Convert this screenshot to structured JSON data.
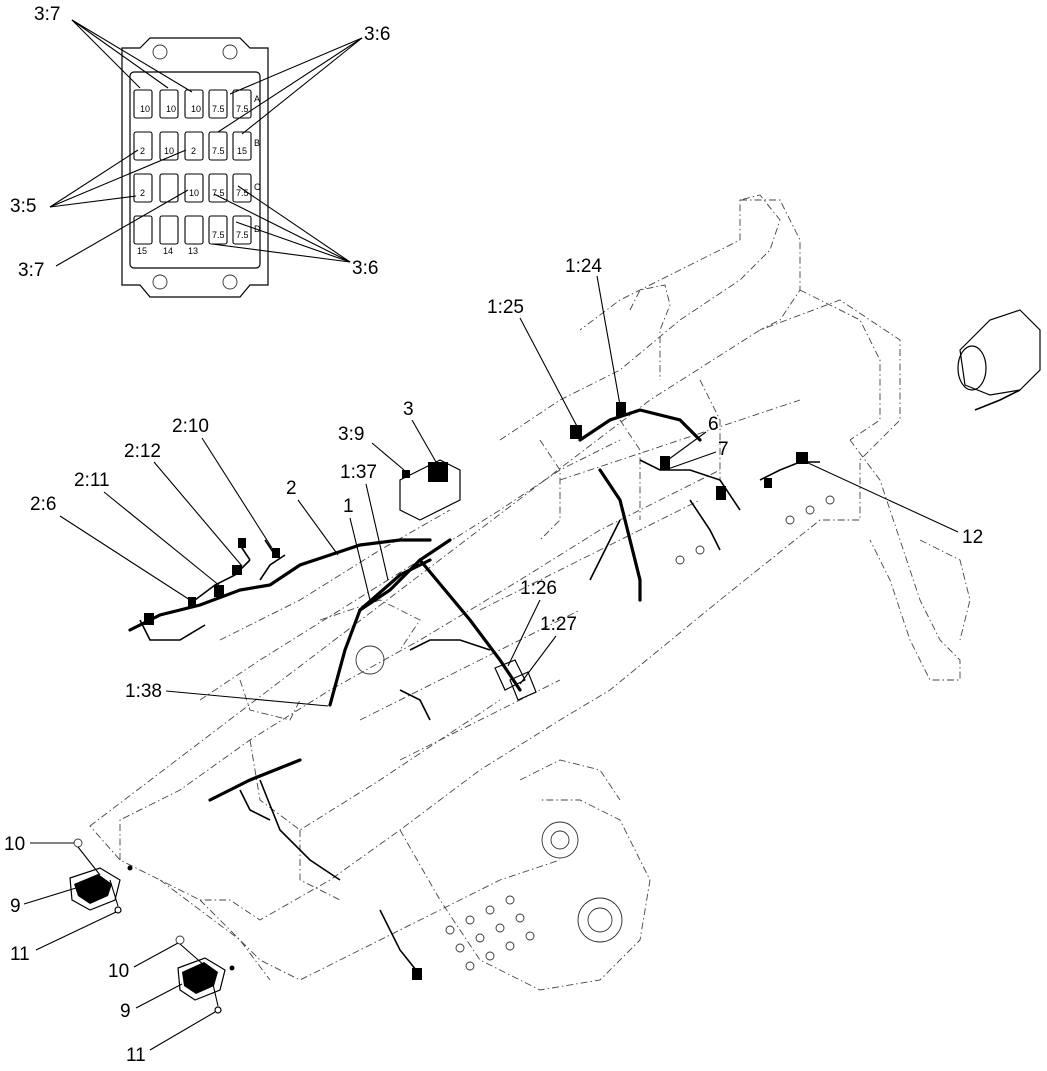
{
  "callouts": {
    "c_3_7_top": "3:7",
    "c_3_6_top": "3:6",
    "c_3_5": "3:5",
    "c_3_7_bottom": "3:7",
    "c_3_6_bottom": "3:6",
    "c_1_24": "1:24",
    "c_1_25": "1:25",
    "c_3": "3",
    "c_3_9": "3:9",
    "c_6": "6",
    "c_7": "7",
    "c_12": "12",
    "c_2_10": "2:10",
    "c_2_12": "2:12",
    "c_2_11": "2:11",
    "c_2": "2",
    "c_1_37": "1:37",
    "c_1": "1",
    "c_2_6": "2:6",
    "c_1_26": "1:26",
    "c_1_27": "1:27",
    "c_1_38": "1:38",
    "c_10_a": "10",
    "c_9_a": "9",
    "c_11_a": "11",
    "c_10_b": "10",
    "c_9_b": "9",
    "c_11_b": "11"
  },
  "fuse_block": {
    "row_letters": [
      "A",
      "B",
      "C",
      "D"
    ],
    "ratings": [
      [
        "10",
        "10",
        "10",
        "7.5",
        "7.5"
      ],
      [
        "2",
        "10",
        "2",
        "7.5",
        "15"
      ],
      [
        "2",
        "",
        "10",
        "7.5",
        "7.5"
      ],
      [
        "15",
        "14",
        "13",
        "7.5",
        "7.5"
      ]
    ]
  }
}
